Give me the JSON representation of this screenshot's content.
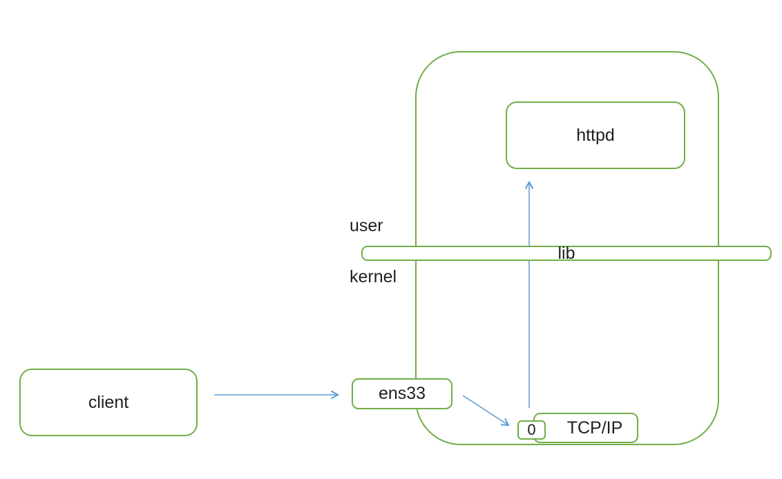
{
  "colors": {
    "shape_outline_green": "#70AD47",
    "arrow_blue": "#5B9BD5",
    "text": "#1f1f1f",
    "background": "#ffffff"
  },
  "diagram": {
    "zones": {
      "user_space_label": "user",
      "kernel_space_label": "kernel"
    },
    "nodes": {
      "client": "client",
      "ens33": "ens33",
      "socket": "0",
      "tcpip": "TCP/IP",
      "lib": "lib",
      "httpd": "httpd"
    },
    "arrows": [
      {
        "name": "client-to-ens33",
        "from": "client",
        "to": "ens33",
        "direction": "right"
      },
      {
        "name": "ens33-to-socket",
        "from": "ens33",
        "to": "socket-0",
        "direction": "down-right"
      },
      {
        "name": "tcpip-to-httpd",
        "from": "tcpip",
        "to": "httpd",
        "direction": "up"
      }
    ]
  }
}
